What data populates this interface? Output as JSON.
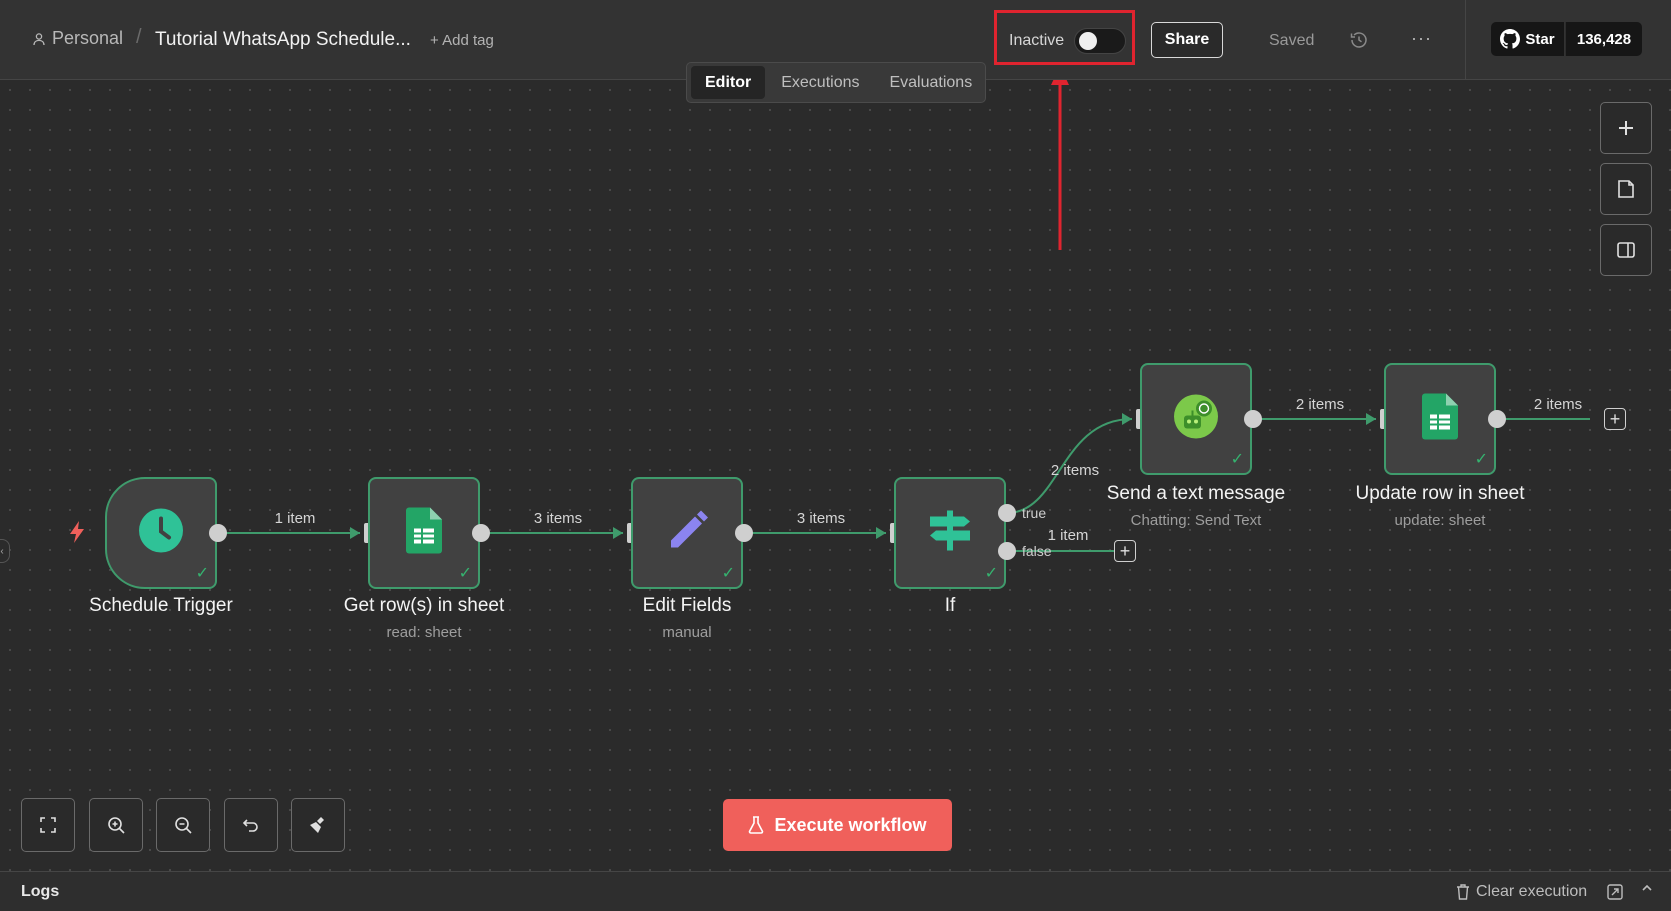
{
  "header": {
    "breadcrumb": "Personal",
    "workflow_name": "Tutorial WhatsApp Schedule...",
    "add_tag": "+ Add tag",
    "active_toggle": {
      "label": "Inactive",
      "on": false
    },
    "share": "Share",
    "save_status": "Saved",
    "more": "···",
    "github": {
      "star_label": "Star",
      "star_count": "136,428"
    }
  },
  "tabs": [
    {
      "label": "Editor",
      "active": true
    },
    {
      "label": "Executions",
      "active": false
    },
    {
      "label": "Evaluations",
      "active": false
    }
  ],
  "nodes": [
    {
      "title": "Schedule Trigger",
      "subtitle": "",
      "icon": "clock-icon"
    },
    {
      "title": "Get row(s) in sheet",
      "subtitle": "read: sheet",
      "icon": "google-sheets-icon"
    },
    {
      "title": "Edit Fields",
      "subtitle": "manual",
      "icon": "pencil-icon"
    },
    {
      "title": "If",
      "subtitle": "",
      "icon": "signpost-icon"
    },
    {
      "title": "Send a text message",
      "subtitle": "Chatting: Send Text",
      "icon": "whatsapp-bot-icon"
    },
    {
      "title": "Update row in sheet",
      "subtitle": "update: sheet",
      "icon": "google-sheets-icon"
    }
  ],
  "connections": [
    {
      "label": "1 item"
    },
    {
      "label": "3 items"
    },
    {
      "label": "3 items"
    },
    {
      "label": "2 items"
    },
    {
      "label": "2 items"
    },
    {
      "label": "2 items"
    },
    {
      "label": "1 item"
    }
  ],
  "if_outputs": {
    "true": "true",
    "false": "false"
  },
  "execute_button": "Execute workflow",
  "logs": {
    "title": "Logs",
    "clear": "Clear execution"
  },
  "colors": {
    "accent": "#f0605b",
    "success_border": "#3f9b6c",
    "annotation_red": "#e0242f",
    "sheets_green": "#23a566",
    "pencil_purple": "#8b84f0"
  }
}
